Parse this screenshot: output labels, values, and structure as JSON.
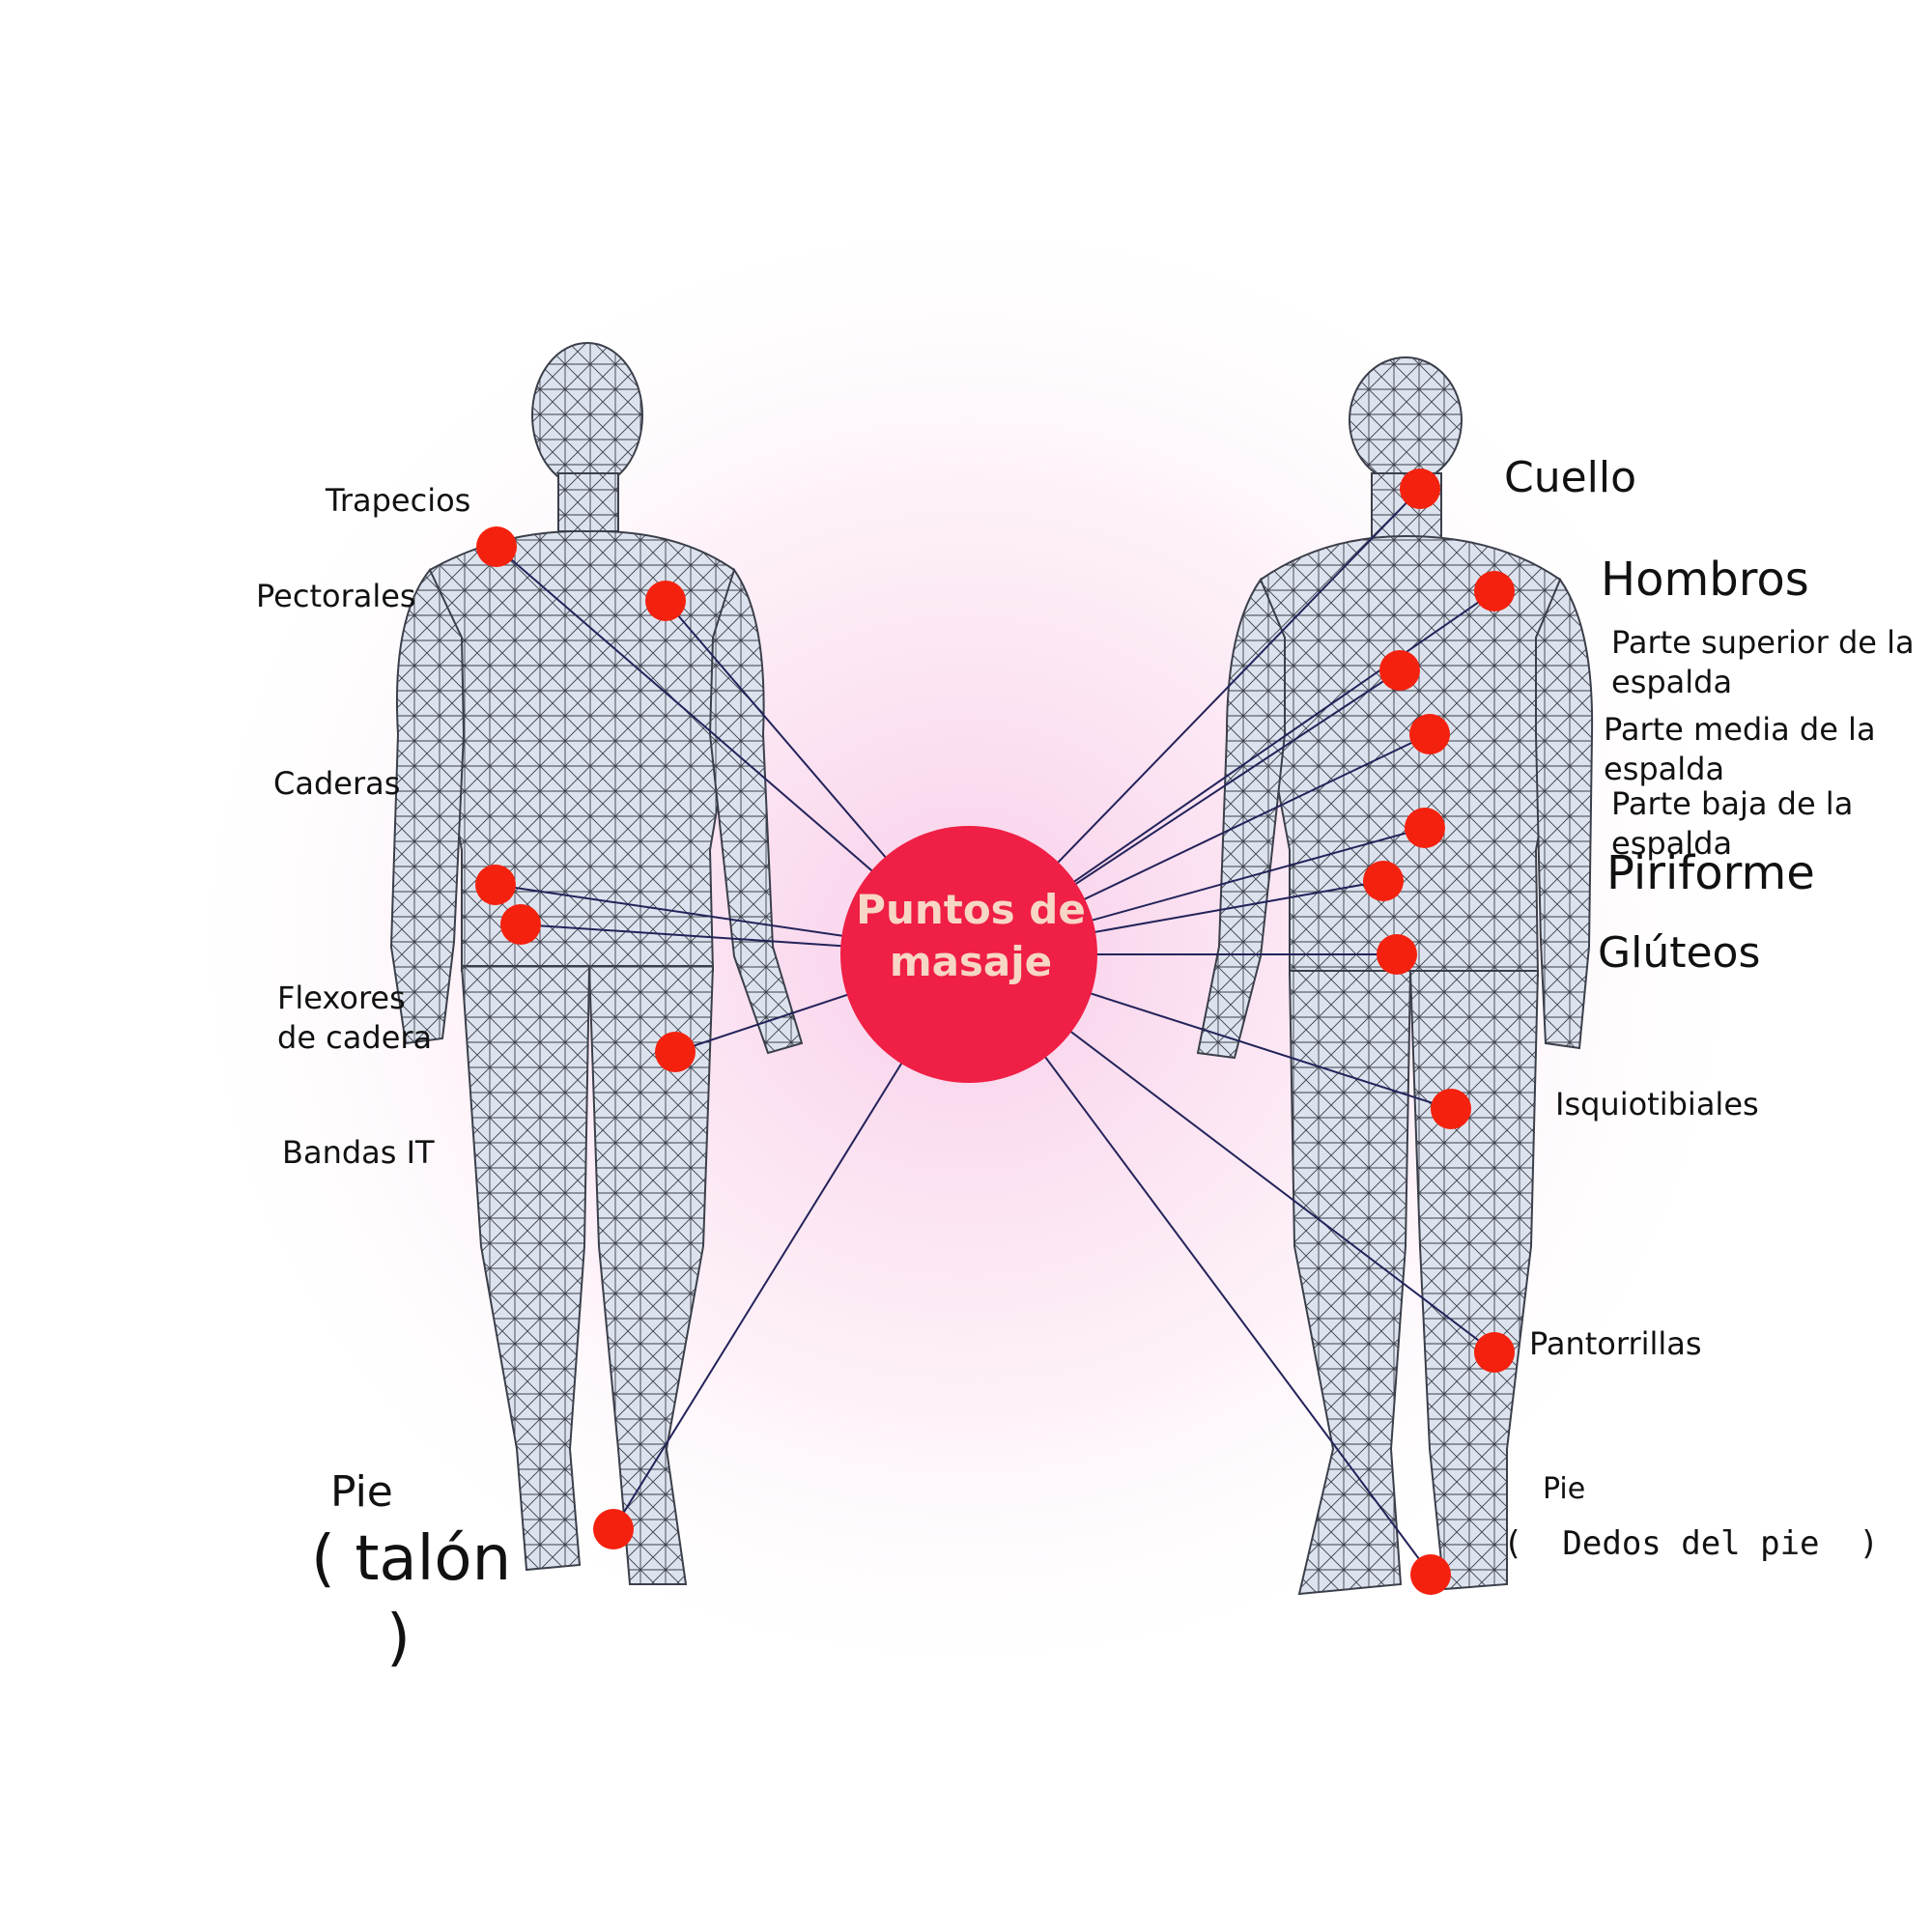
{
  "center": {
    "title_line1": "Puntos de",
    "title_line2": "masaje"
  },
  "front_labels": {
    "trapecios": "Trapecios",
    "pectorales": "Pectorales",
    "caderas": "Caderas",
    "flexores_line1": "Flexores",
    "flexores_line2": "de cadera",
    "bandas_it": "Bandas IT",
    "pie": "Pie",
    "talon_line1": "( talón",
    "talon_line2": ")"
  },
  "back_labels": {
    "cuello": "Cuello",
    "hombros": "Hombros",
    "espalda_superior_line1": "Parte superior de la",
    "espalda_superior_line2": "espalda",
    "espalda_media_line1": "Parte media de la",
    "espalda_media_line2": "espalda",
    "espalda_baja_line1": "Parte baja de la",
    "espalda_baja_line2": "espalda",
    "piriforme": "Piriforme",
    "gluteos": "Glúteos",
    "isquiotibiales": "Isquiotibiales",
    "pantorrillas": "Pantorrillas",
    "pie": "Pie",
    "dedos": "(  Dedos del pie  )"
  },
  "colors": {
    "point": "#f4210e",
    "center_circle": "#ef1f45",
    "center_text": "#f7d6c6",
    "connector": "#23235a",
    "body_fill": "#dde3ee",
    "mesh": "#3b3f4a",
    "glow": "#f8c6e6"
  }
}
